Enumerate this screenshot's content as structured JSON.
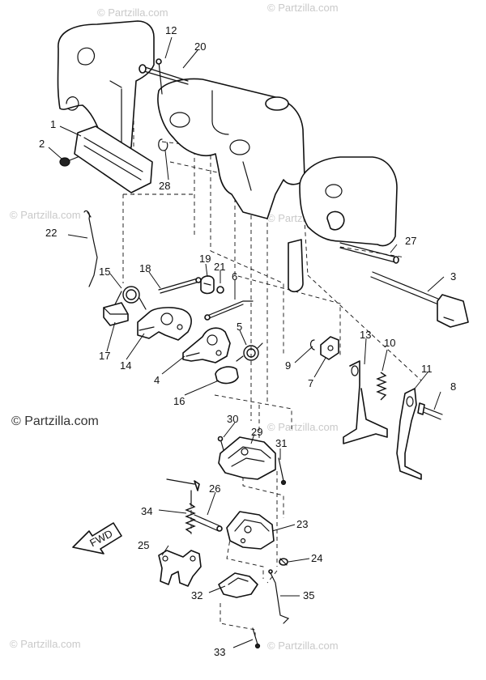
{
  "watermark": {
    "text": "© Partzilla.com",
    "main_text": "© Partzilla.com"
  },
  "fwd_label": "FWD",
  "callouts": [
    "1",
    "2",
    "3",
    "4",
    "5",
    "6",
    "7",
    "8",
    "9",
    "10",
    "11",
    "12",
    "13",
    "14",
    "15",
    "16",
    "17",
    "18",
    "19",
    "20",
    "21",
    "22",
    "23",
    "24",
    "25",
    "26",
    "27",
    "28",
    "29",
    "30",
    "31",
    "32",
    "33",
    "34",
    "35"
  ],
  "colors": {
    "ink": "#111111",
    "watermark": "#c9c9c9",
    "background": "#ffffff"
  }
}
